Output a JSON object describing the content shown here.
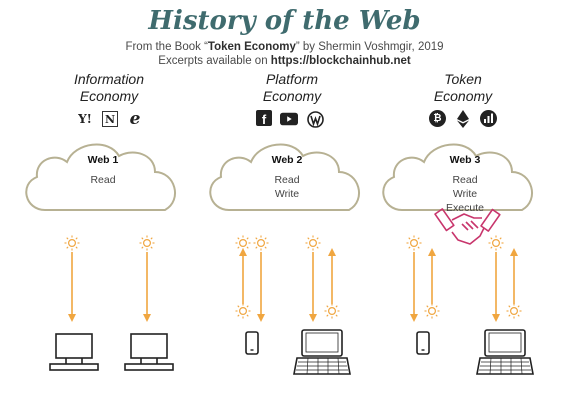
{
  "header": {
    "title": "History of the Web",
    "line1_prefix": "From the Book “",
    "line1_book": "Token Economy",
    "line1_suffix": "” by Shermin Voshmgir, 2019",
    "line2_prefix": "Excerpts available on ",
    "line2_link": "https://blockchainhub.net"
  },
  "columns": [
    {
      "heading_1": "Information",
      "heading_2": "Economy",
      "icons": [
        "yahoo-icon",
        "netscape-icon",
        "internet-explorer-icon"
      ],
      "cloud_title": "Web 1",
      "cloud_lines": [
        "Read"
      ]
    },
    {
      "heading_1": "Platform",
      "heading_2": "Economy",
      "icons": [
        "facebook-icon",
        "youtube-icon",
        "wordpress-icon"
      ],
      "cloud_title": "Web 2",
      "cloud_lines": [
        "Read",
        "Write"
      ]
    },
    {
      "heading_1": "Token",
      "heading_2": "Economy",
      "icons": [
        "bitcoin-icon",
        "ethereum-icon",
        "augur-icon"
      ],
      "cloud_title": "Web 3",
      "cloud_lines": [
        "Read",
        "Write",
        "Execute"
      ]
    }
  ],
  "icon_glyphs": {
    "yahoo": "Y!",
    "netscape": "N",
    "ie": "e",
    "facebook": "f",
    "bitcoin": "₿"
  },
  "colors": {
    "title": "#3f6b6e",
    "arrow": "#f0a640",
    "cloud_stroke": "#b7b193",
    "handshake": "#c8356c",
    "device": "#222222"
  }
}
